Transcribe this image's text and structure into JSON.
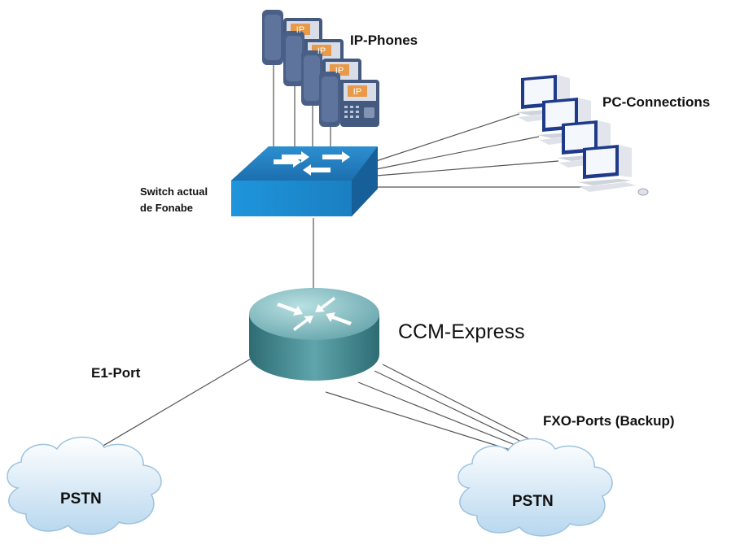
{
  "diagram": {
    "labels": {
      "ip_phones": "IP-Phones",
      "pc_connections": "PC-Connections",
      "switch_line1": "Switch actual",
      "switch_line2": "de Fonabe",
      "router": "CCM-Express",
      "e1_port": "E1-Port",
      "fxo_ports": "FXO-Ports (Backup)",
      "pstn_left": "PSTN",
      "pstn_right": "PSTN",
      "phone_badge": "IP"
    },
    "colors": {
      "switch_top": "#1f86c8",
      "switch_front": "#1d8fd4",
      "router_body": "#4b8f96",
      "router_top": "#8fc4c8",
      "phone_body": "#4a5f86",
      "phone_badge": "#e8994a",
      "cloud": "#c9e3f4",
      "monitor": "#1f3a8a",
      "line": "#555555"
    }
  }
}
